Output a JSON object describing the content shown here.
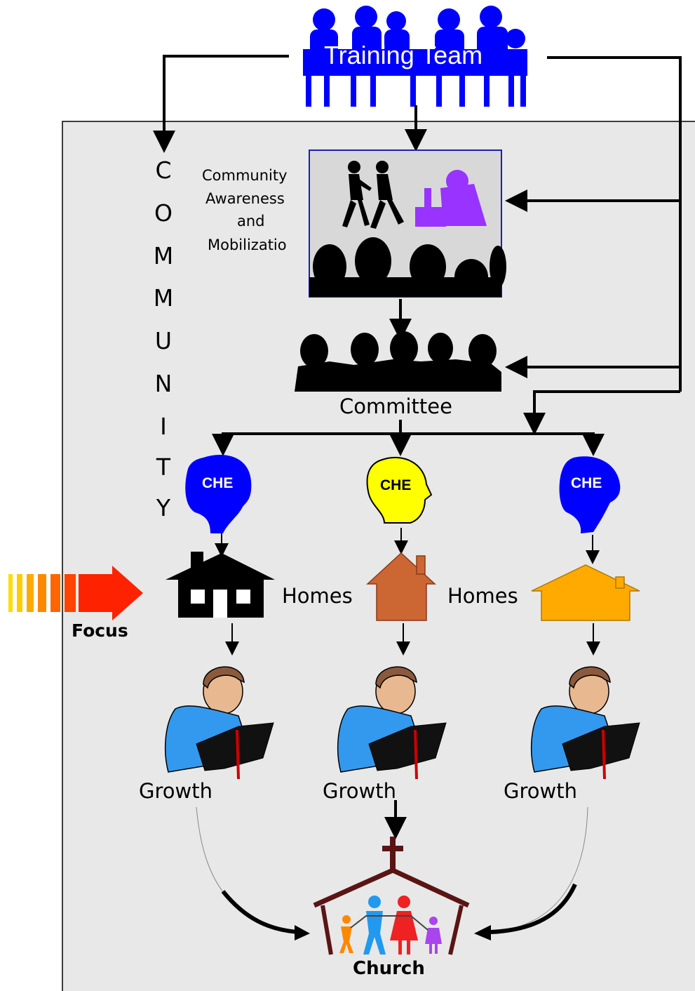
{
  "training_team": "Training Team",
  "community_letters": [
    "C",
    "O",
    "M",
    "M",
    "U",
    "N",
    "I",
    "T",
    "Y"
  ],
  "awareness_lines": [
    "Community",
    "Awareness",
    "and",
    "Mobilizatio"
  ],
  "committee": "Committee",
  "che_labels": [
    "CHE",
    "CHE",
    "CHE"
  ],
  "homes_labels": [
    "Homes",
    "Homes"
  ],
  "focus": "Focus",
  "growth_labels": [
    "Growth",
    "Growth",
    "Growth"
  ],
  "church": "Church",
  "colors": {
    "team": "#0000ff",
    "panel": "#e8e8e8",
    "che_left": "#0000ff",
    "che_middle": "#ffff00",
    "che_right": "#0000ff",
    "home_middle": "#cc6633",
    "home_right": "#ffaa00",
    "focus_arrow": "#ff3300",
    "church_frame": "#5a1414"
  }
}
